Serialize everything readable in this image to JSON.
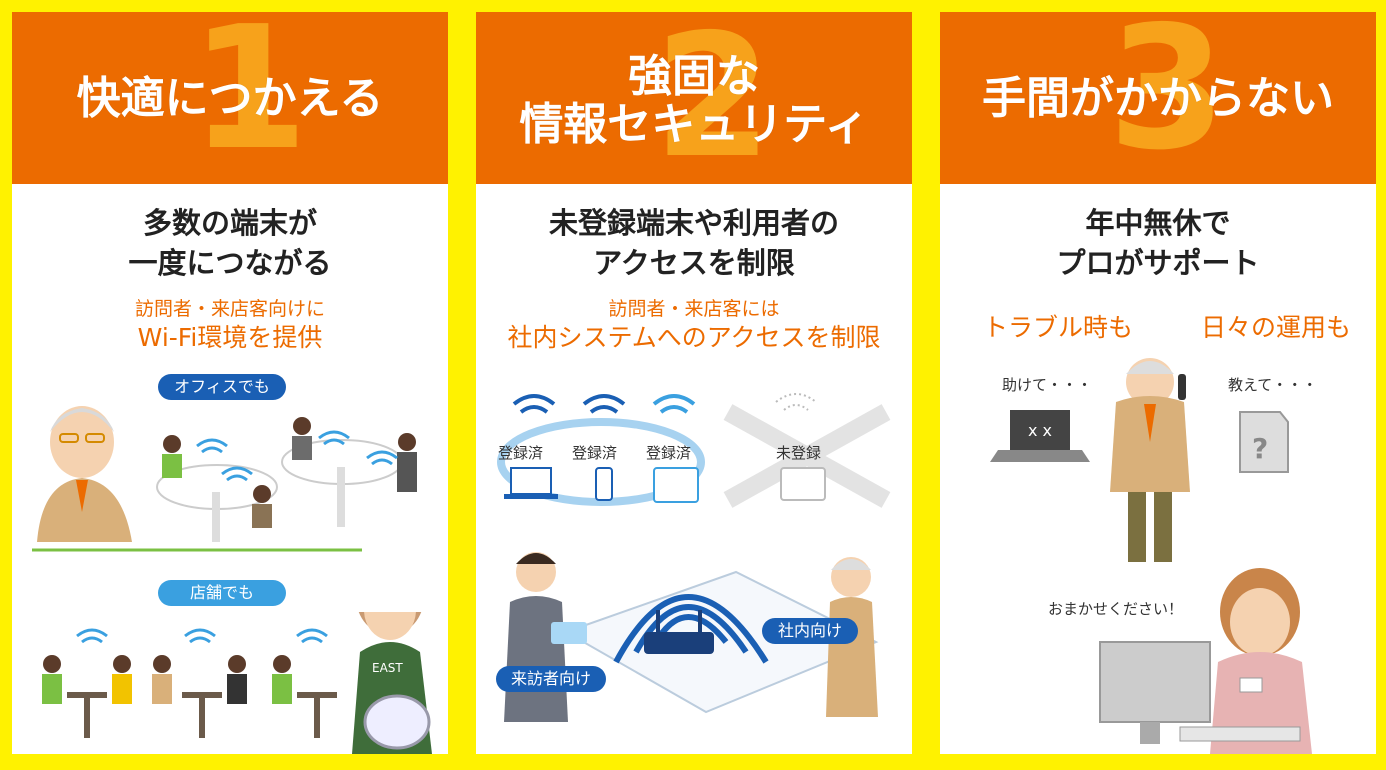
{
  "panels": [
    {
      "number": "1",
      "title": "快適につかえる",
      "subtitle_line1": "多数の端末が",
      "subtitle_line2": "一度につながる",
      "desc_line1": "訪問者・来店客向けに",
      "desc_line2": "Wi-Fi環境を提供",
      "office_label": "オフィスでも",
      "store_label": "店舗でも",
      "apron_text": "EAST"
    },
    {
      "number": "2",
      "title_line1": "強固な",
      "title_line2": "情報セキュリティ",
      "subtitle_line1": "未登録端末や利用者の",
      "subtitle_line2": "アクセスを制限",
      "desc_line1": "訪問者・来店客には",
      "desc_line2": "社内システムへのアクセスを制限",
      "registered_1": "登録済",
      "registered_2": "登録済",
      "registered_3": "登録済",
      "unregistered": "未登録",
      "visitor_label": "来訪者向け",
      "internal_label": "社内向け"
    },
    {
      "number": "3",
      "title": "手間がかからない",
      "subtitle_line1": "年中無休で",
      "subtitle_line2": "プロがサポート",
      "trouble": "トラブル時も",
      "daily": "日々の運用も",
      "help": "助けて・・・",
      "teach": "教えて・・・",
      "leave_it": "おまかせください！"
    }
  ],
  "colors": {
    "orange": "#ec6b00",
    "yellow": "#fff200",
    "light_orange": "#f7a21b",
    "blue": "#1a5fb4",
    "light_blue": "#3aa0e0"
  }
}
